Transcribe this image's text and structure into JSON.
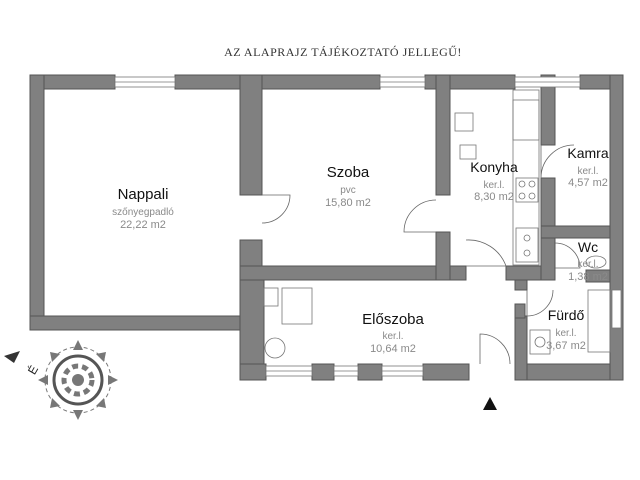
{
  "title": "AZ ALAPRAJZ TÁJÉKOZTATÓ JELLEGŰ!",
  "rooms": {
    "nappali": {
      "name": "Nappali",
      "floor": "szőnyegpadló",
      "area": "22,22 m2"
    },
    "szoba": {
      "name": "Szoba",
      "floor": "pvc",
      "area": "15,80 m2"
    },
    "konyha": {
      "name": "Konyha",
      "floor": "ker.l.",
      "area": "8,30 m2"
    },
    "kamra": {
      "name": "Kamra",
      "floor": "ker.l.",
      "area": "4,57 m2"
    },
    "wc": {
      "name": "Wc",
      "floor": "ker.l.",
      "area": "1,38 m2"
    },
    "furdo": {
      "name": "Fürdő",
      "floor": "ker.l.",
      "area": "3,67 m2"
    },
    "eloszoba": {
      "name": "Előszoba",
      "floor": "ker.l.",
      "area": "10,64 m2"
    }
  },
  "compass": {
    "letter": "É"
  },
  "colors": {
    "wall": "#808080",
    "line": "#555555",
    "background": "#ffffff"
  }
}
